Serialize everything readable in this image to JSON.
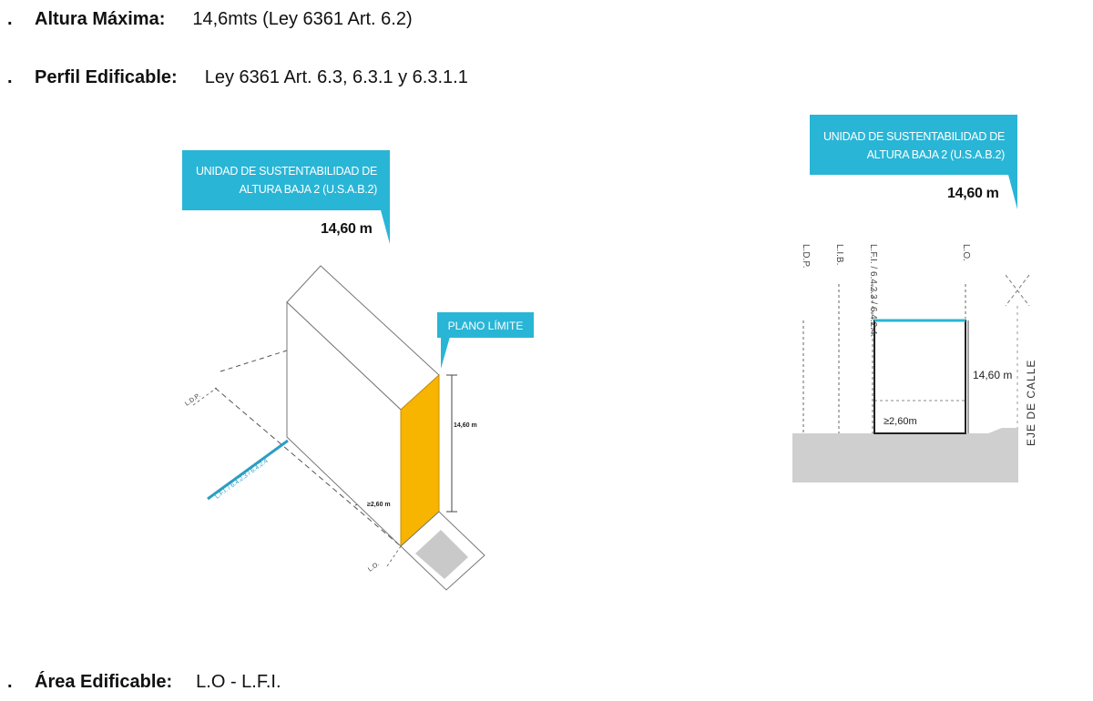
{
  "bullets": [
    {
      "marker": ".",
      "label": "Altura Máxima:",
      "value": "14,6mts (Ley 6361 Art. 6.2)"
    },
    {
      "marker": ".",
      "label": "Perfil Edificable:",
      "value": "Ley 6361 Art. 6.3, 6.3.1 y 6.3.1.1"
    },
    {
      "marker": ".",
      "label": "Área Edificable:",
      "value": "L.O - L.F.I."
    }
  ],
  "left_diagram": {
    "banner_line1": "UNIDAD DE SUSTENTABILIDAD DE",
    "banner_line2": "ALTURA BAJA 2 (U.S.A.B.2)",
    "height_label": "14,60 m",
    "plano_label": "PLANO LÍMITE",
    "dim_height": "14,60 m",
    "dim_low": "≥2,60 m",
    "ldp": "L.D.P.",
    "lfi": "L.F.I. / 6.4.2.3 / 6.4.2.4",
    "lo": "L.O."
  },
  "right_diagram": {
    "banner_line1": "UNIDAD DE SUSTENTABILIDAD DE",
    "banner_line2": "ALTURA BAJA 2 (U.S.A.B.2)",
    "height_label": "14,60 m",
    "ldp": "L.D.P.",
    "lib": "L.I.B.",
    "lfi": "L.F.I. / 6.4.2.3 / 6.4.2.4.",
    "lo": "L.O.",
    "dim_height": "14,60 m",
    "dim_low": "≥2,60m",
    "street_axis": "EJE DE CALLE"
  },
  "colors": {
    "banner_blue": "#29b5d6",
    "plano_orange": "#f7b500",
    "ground_gray": "#cfcfcf",
    "lfi_blue": "#2a9ec4"
  }
}
